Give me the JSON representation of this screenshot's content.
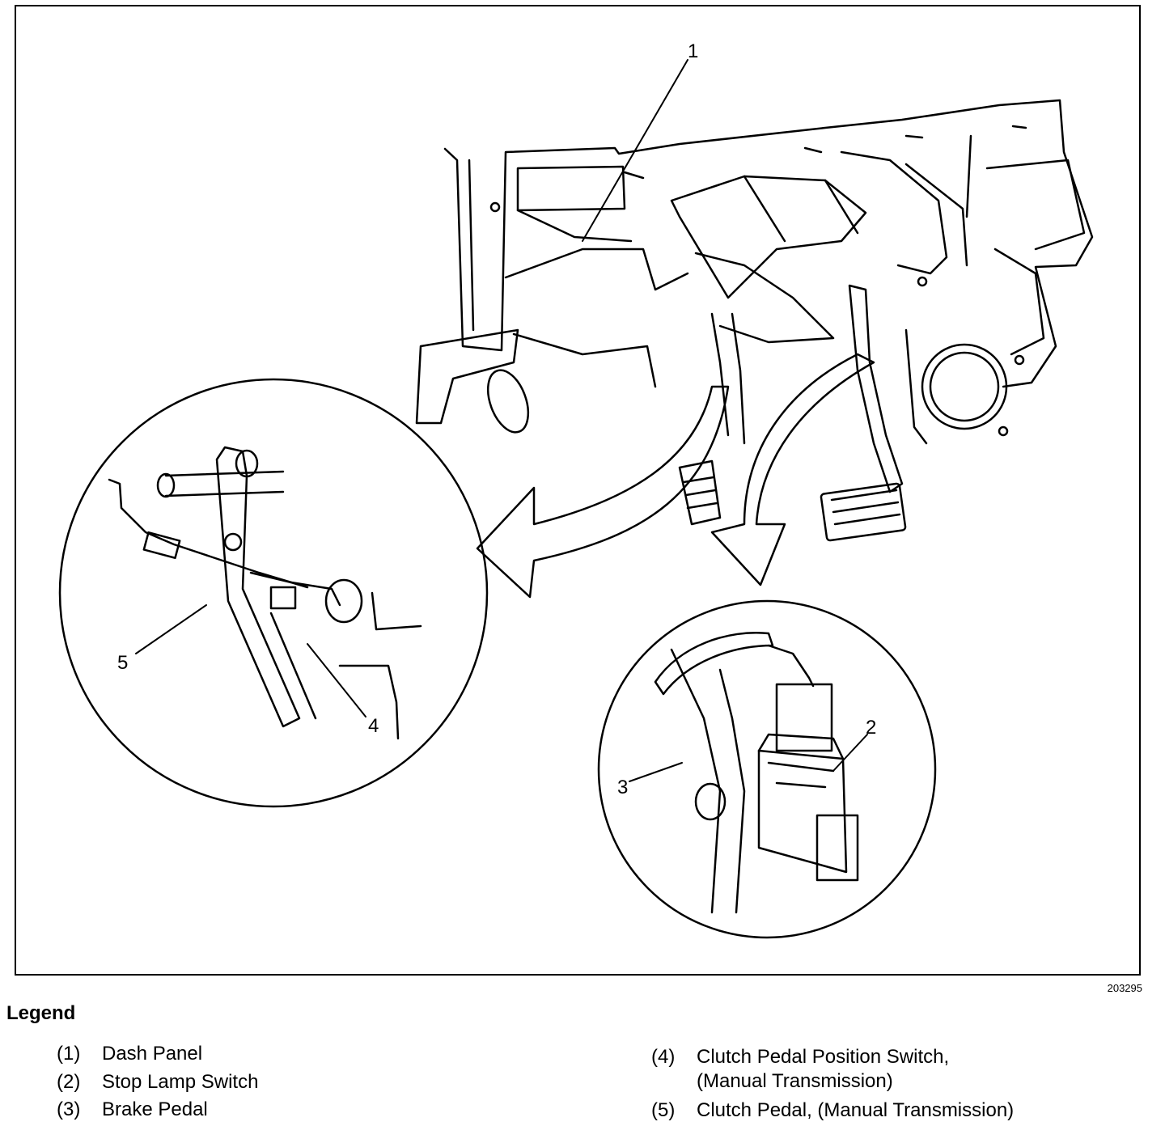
{
  "figure": {
    "figure_id": "203295",
    "callouts": [
      "1",
      "2",
      "3",
      "4",
      "5"
    ]
  },
  "legend": {
    "title": "Legend",
    "items": [
      {
        "num": "(1)",
        "text": "Dash Panel"
      },
      {
        "num": "(2)",
        "text": "Stop Lamp Switch"
      },
      {
        "num": "(3)",
        "text": "Brake Pedal"
      },
      {
        "num": "(4)",
        "text": "Clutch Pedal Position Switch,",
        "text2": "(Manual Transmission)"
      },
      {
        "num": "(5)",
        "text": "Clutch Pedal, (Manual Transmission)"
      }
    ]
  }
}
